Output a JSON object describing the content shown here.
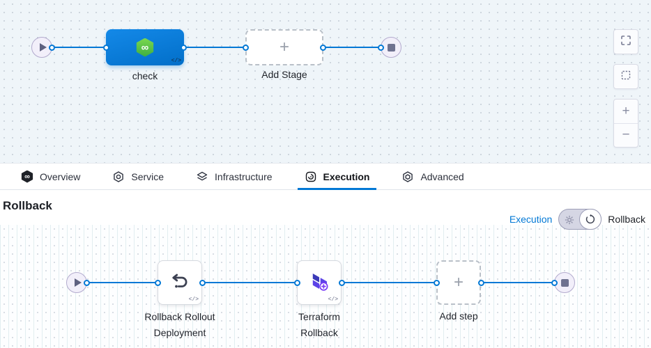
{
  "colors": {
    "accent": "#0278d5",
    "node_blue": "#0b7edc",
    "stage_icon_green": "#4cbb45"
  },
  "glyphs": {
    "plus": "+",
    "minus": "−",
    "infinity": "∞",
    "code": "</>"
  },
  "top_canvas": {
    "stage_label": "check",
    "add_stage_label": "Add Stage"
  },
  "zoom_toolbar": {
    "buttons": [
      "fullscreen",
      "fit-selection",
      "zoom-in",
      "zoom-out"
    ]
  },
  "tabs": {
    "active": "Execution",
    "items": [
      {
        "label": "Overview"
      },
      {
        "label": "Service"
      },
      {
        "label": "Infrastructure"
      },
      {
        "label": "Execution"
      },
      {
        "label": "Advanced"
      }
    ]
  },
  "section": {
    "title": "Rollback",
    "toggle_left_label": "Execution",
    "toggle_right_label": "Rollback",
    "toggle_state": "rollback"
  },
  "bottom_canvas": {
    "steps": [
      {
        "line1": "Rollback Rollout",
        "line2": "Deployment"
      },
      {
        "line1": "Terraform",
        "line2": "Rollback"
      }
    ],
    "add_step_label": "Add step"
  }
}
